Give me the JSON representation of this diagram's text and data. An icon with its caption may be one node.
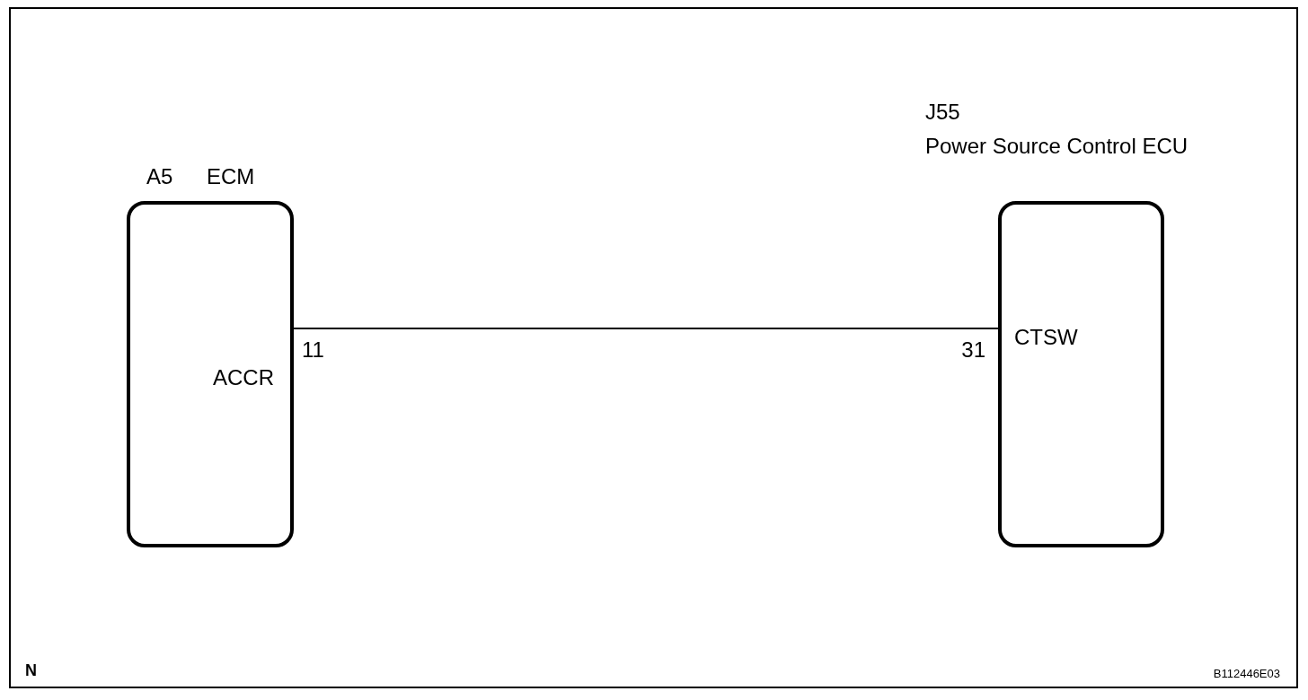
{
  "diagram": {
    "nodes": [
      {
        "text": [
          "A5",
          "ECM",
          "ACCR"
        ],
        "beside": [
          "11"
        ]
      },
      {
        "text": [
          "J55",
          "Power Source Control ECU",
          "CTSW"
        ],
        "beside": [
          "31"
        ]
      }
    ],
    "edges": [
      {
        "from": 0,
        "to": 1,
        "arrow": "none"
      }
    ],
    "labels": [
      "N",
      "B112446E03"
    ]
  }
}
